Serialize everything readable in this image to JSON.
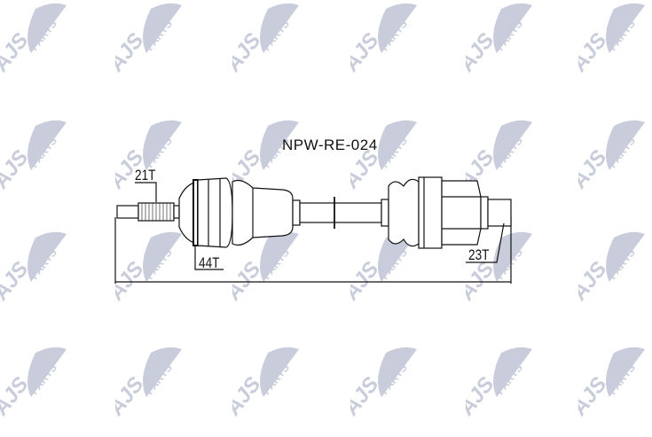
{
  "part_number": "NPW-RE-024",
  "brand_watermark": {
    "text_main": "AJS",
    "text_sub": "PARTS",
    "color": "#c9cddb",
    "grid_x": [
      0,
      130,
      262,
      395,
      525,
      652
    ],
    "grid_y": [
      0,
      132,
      258,
      388
    ]
  },
  "labels": {
    "outer_spline": "21T",
    "abs_ring": "44T",
    "inner_spline": "23T"
  },
  "colors": {
    "line": "#111111",
    "background": "#ffffff"
  }
}
